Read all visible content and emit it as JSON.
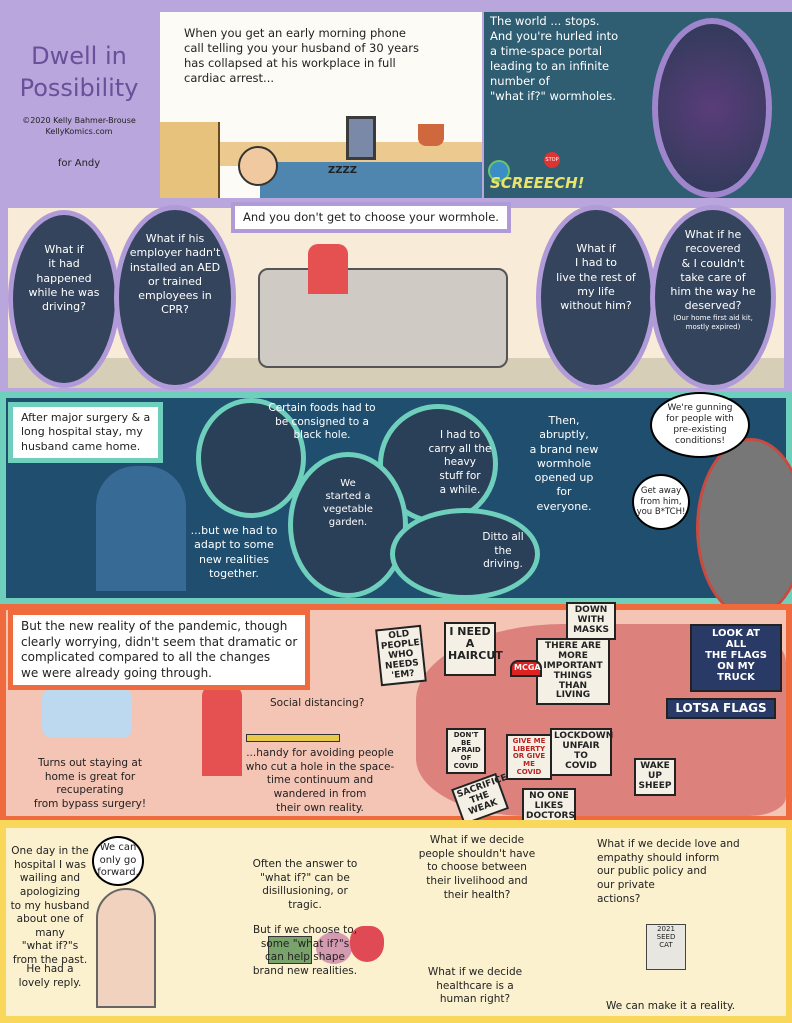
{
  "title": {
    "line1": "Dwell in",
    "line2": "Possibility",
    "copyright": "©2020 Kelly Bahmer-Brouse",
    "site": "KellyKomics.com",
    "dedication": "for Andy"
  },
  "row1": {
    "panel1_text": "When you get an early morning phone\ncall telling you your husband of 30 years\nhas collapsed at his workplace in full\ncardiac arrest...",
    "sleep_sound": "ZZZZ",
    "panel2_text": "The world ... stops.\nAnd you're hurled into\na time-space portal\nleading to an infinite\nnumber of\n\"what if?\" wormholes.",
    "stop_sign": "STOP",
    "sound": "SCREEECH!"
  },
  "row2": {
    "caption": "And you don't get to choose your wormhole.",
    "ovals": [
      {
        "text": "What if\nit had\nhappened\nwhile he was\ndriving?"
      },
      {
        "text": "What if his\nemployer hadn't\ninstalled an AED\nor trained\nemployees in\nCPR?"
      },
      {
        "text": "What if\nI had to\nlive the rest of\nmy life\nwithout him?"
      },
      {
        "text": "What if he\nrecovered\n& I couldn't\ntake care of\nhim the way he\ndeserved?",
        "note": "(Our home first aid kit,\nmostly expired)"
      }
    ]
  },
  "row3": {
    "caption": "After major surgery & a\nlong hospital stay, my\nhusband came home.",
    "adapt": "...but we had to\nadapt to some\nnew realities\ntogether.",
    "foods": "Certain foods had to\nbe consigned to a\nblack hole.",
    "carry": "I had to\ncarry all the\nheavy\nstuff for\na while.",
    "garden": "We\nstarted a\nvegetable\ngarden.",
    "driving": "Ditto all\nthe\ndriving.",
    "wormhole": "Then,\nabruptly,\na brand new\nwormhole\nopened up\nfor\neveryone.",
    "speech_virus": "We're gunning\nfor people with\npre-existing\nconditions!",
    "speech_wife": "Get away\nfrom him,\nyou B*TCH!"
  },
  "row4": {
    "caption": "But the new reality of the pandemic, though\nclearly worrying, didn't seem that dramatic or\ncomplicated compared to all the changes\nwe were already going through.",
    "home": "Turns out staying at\nhome is great for\nrecuperating\nfrom bypass surgery!",
    "distancing": "Social distancing?",
    "handy": "...handy for avoiding people\nwho cut a hole in the space-\ntime continuum and\nwandered in from\ntheir own reality.",
    "signs": [
      "OLD PEOPLE:\nWHO\nNEEDS\n'EM?",
      "I NEED\nA\nHAIRCUT",
      "DOWN\nWITH\nMASKS",
      "THERE ARE\nMORE\nIMPORTANT\nTHINGS THAN\nLIVING",
      "LOOK AT\nALL\nTHE FLAGS\nON MY\nTRUCK",
      "LOTSA FLAGS",
      "MCGA",
      "DON'T\nBE\nAFRAID\nOF COVID",
      "GIVE ME\nLIBERTY\nOR GIVE ME\nCOVID",
      "LOCKDOWN\nUNFAIR\nTO\nCOVID",
      "WAKE\nUP\nSHEEP",
      "SACRIFICE\nTHE\nWEAK",
      "NO ONE\nLIKES\nDOCTORS"
    ]
  },
  "row5": {
    "story": "One day in the\nhospital I  was\nwailing and\napologizing\nto my husband\nabout one of many\n\"what if?\"s\nfrom the past.",
    "reply": "He had a\nlovely reply.",
    "speech": "We can\nonly go\nforward.",
    "answer": "Often the answer to\n\"what if?\" can be\ndisillusioning, or\ntragic.",
    "choose": "But if we choose to,\nsome \"what if?\"s\ncan help shape\nbrand new realities.",
    "livelihood": "What if we decide\npeople shouldn't have\nto choose between\ntheir livelihood and\ntheir health?",
    "healthcare": "What if we decide\nhealthcare is a\nhuman right?",
    "love": "What if we decide love and\nempathy should inform\nour public policy and\nour private\nactions?",
    "seed_catalog": "2021\nSEED\nCAT",
    "closing": "We can make it a reality."
  },
  "colors": {
    "lavender": "#b9a6dc",
    "teal_border": "#6fcfbd",
    "navy": "#1f4e6e",
    "orange": "#ef6b3e",
    "pink": "#f4c4b4",
    "yellow": "#f8d75a",
    "cream": "#fbf1cf"
  }
}
